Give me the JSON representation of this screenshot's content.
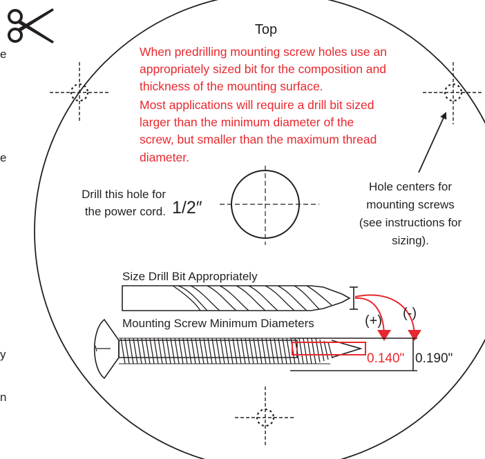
{
  "template": {
    "title": "Top",
    "instructions": [
      "When predrilling mounting screw holes use an",
      "appropriately sized bit for the composition and",
      "thickness of the mounting surface.",
      "Most applications will require a drill bit sized",
      "larger than the minimum diameter of the",
      "screw, but smaller than the maximum thread",
      "diameter."
    ],
    "power_cord_label": [
      "Drill this hole for",
      "the power cord."
    ],
    "power_cord_size": "1/2″",
    "hole_centers_label": [
      "Hole centers for",
      "mounting screws",
      "(see instructions for",
      "sizing)."
    ],
    "drill_bit_label": "Size Drill Bit Appropriately",
    "screw_label": "Mounting Screw Minimum Diameters",
    "plus_label": "(+)",
    "minus_label": "(-)",
    "min_diameter": "0.140\"",
    "max_diameter": "0.190\"",
    "cropped_margin_letters": [
      "e",
      "e",
      "y",
      "n"
    ]
  },
  "colors": {
    "warning_text": "#e8282e",
    "dimension_red": "#e8282e",
    "ink": "#231f20"
  },
  "icons": [
    "scissors-icon"
  ]
}
